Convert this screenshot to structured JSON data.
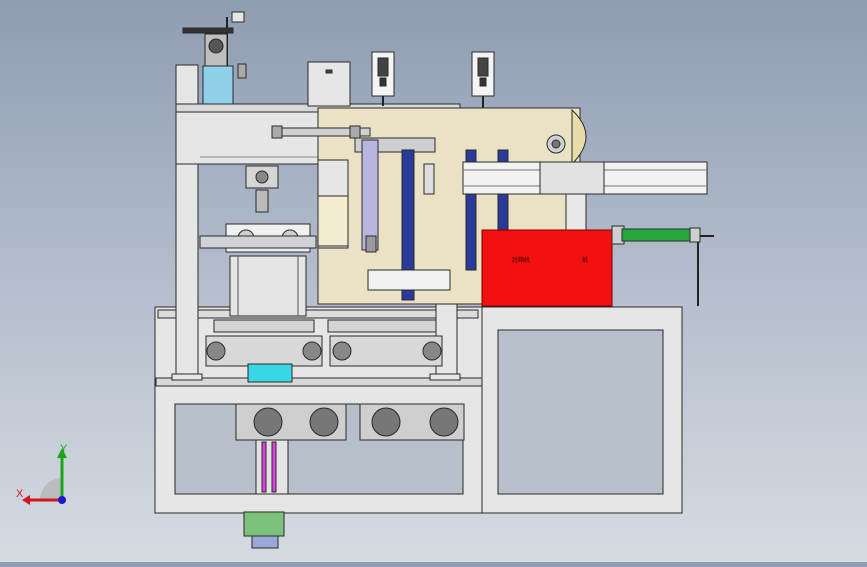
{
  "viewport": {
    "background_top": "#8f9db2",
    "background_bottom": "#d6dbe2"
  },
  "model": {
    "red_box_label_left": "封箱机",
    "red_box_label_right": "纸",
    "colors": {
      "frame": "#e6e6e6",
      "outline": "#2a2a2a",
      "panel_beige": "#ebe2c6",
      "red_box": "#f21010",
      "green_cylinder": "#28a83c",
      "blue_rail": "#2a3a9a",
      "purple_block": "#b8b6e0",
      "cyan_block": "#38d6e6",
      "magenta_rod": "#e040e0",
      "green_motor": "#7cc27c"
    }
  },
  "triad": {
    "x_label": "X",
    "y_label": "Y",
    "x_color": "#d01818",
    "y_color": "#1aa81a",
    "z_color": "#1818d0"
  }
}
